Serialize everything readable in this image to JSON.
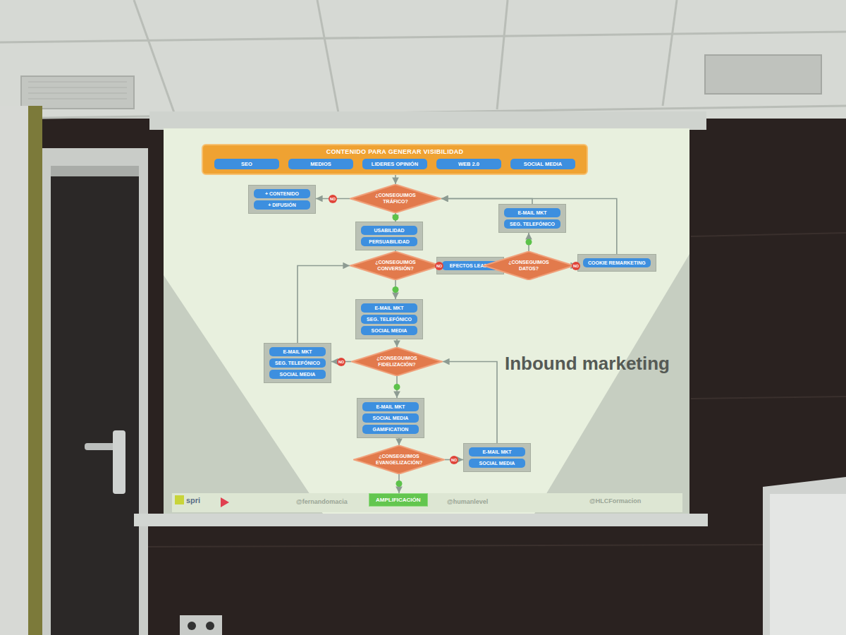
{
  "diagram": {
    "nodes": [
      {
        "text": [
          "CONTENIDO PARA GENERAR VISIBILIDAD"
        ]
      },
      {
        "text": [
          "SEO"
        ],
        "in": 0
      },
      {
        "text": [
          "MEDIOS"
        ],
        "in": 0
      },
      {
        "text": [
          "LIDERES OPINIÓN"
        ],
        "in": 0
      },
      {
        "text": [
          "WEB 2.0"
        ],
        "in": 0
      },
      {
        "text": [
          "SOCIAL MEDIA"
        ],
        "in": 0
      },
      {
        "text": [
          "¿CONSEGUIMOS TRÁFICO?"
        ]
      },
      {
        "text": []
      },
      {
        "text": [
          "+ CONTENIDO"
        ],
        "in": 7
      },
      {
        "text": [
          "+ DIFUSIÓN"
        ],
        "in": 7
      },
      {
        "text": []
      },
      {
        "text": [
          "E-MAIL MKT"
        ],
        "in": 10
      },
      {
        "text": [
          "SEG. TELEFÓNICO"
        ],
        "in": 10
      },
      {
        "text": []
      },
      {
        "text": [
          "USABILIDAD"
        ],
        "in": 13
      },
      {
        "text": [
          "PERSUABILIDAD"
        ],
        "in": 13
      },
      {
        "text": [
          "¿CONSEGUIMOS CONVERSIÓN?"
        ]
      },
      {
        "text": []
      },
      {
        "text": [
          "EFECTOS LEADS"
        ],
        "in": 17
      },
      {
        "text": [
          "¿CONSEGUIMOS DATOS?"
        ]
      },
      {
        "text": []
      },
      {
        "text": [
          "COOKIE REMARKETING"
        ],
        "in": 20
      },
      {
        "text": []
      },
      {
        "text": [
          "E-MAIL MKT"
        ],
        "in": 22
      },
      {
        "text": [
          "SEG. TELEFÓNICO"
        ],
        "in": 22
      },
      {
        "text": [
          "SOCIAL MEDIA"
        ],
        "in": 22
      },
      {
        "text": []
      },
      {
        "text": [
          "E-MAIL MKT"
        ],
        "in": 26
      },
      {
        "text": [
          "SEG. TELEFÓNICO"
        ],
        "in": 26
      },
      {
        "text": [
          "SOCIAL MEDIA"
        ],
        "in": 26
      },
      {
        "text": [
          "¿CONSEGUIMOS FIDELIZACIÓN?"
        ]
      },
      {
        "text": []
      },
      {
        "text": [
          "E-MAIL MKT"
        ],
        "in": 31
      },
      {
        "text": [
          "SOCIAL MEDIA"
        ],
        "in": 31
      },
      {
        "text": [
          "GAMIFICATION"
        ],
        "in": 31
      },
      {
        "text": [
          "¿CONSEGUIMOS EVANGELIZACIÓN?"
        ]
      },
      {
        "text": []
      },
      {
        "text": [
          "E-MAIL MKT"
        ],
        "in": 36
      },
      {
        "text": [
          "SOCIAL MEDIA"
        ],
        "in": 36
      },
      {
        "text": [
          "AMPLIFICACIÓN"
        ]
      }
    ],
    "edges": [
      {
        "from": 0,
        "to": 6,
        "arrow": "to"
      },
      {
        "from": 6,
        "to": 7,
        "label": "NO",
        "arrow": "to"
      },
      {
        "from": 6,
        "to": 13,
        "arrow": "to"
      },
      {
        "from": 13,
        "to": 16,
        "arrow": "to"
      },
      {
        "from": 16,
        "to": 17,
        "label": "NO",
        "arrow": "to"
      },
      {
        "from": 17,
        "to": 19,
        "arrow": "to"
      },
      {
        "from": 19,
        "to": 20,
        "label": "NO",
        "arrow": "to"
      },
      {
        "from": 19,
        "to": 10,
        "arrow": "to"
      },
      {
        "from": 10,
        "to": 6,
        "arrow": "to"
      },
      {
        "from": 20,
        "to": 6,
        "arrow": "to"
      },
      {
        "from": 16,
        "to": 22,
        "arrow": "to"
      },
      {
        "from": 22,
        "to": 30,
        "arrow": "to"
      },
      {
        "from": 30,
        "to": 26,
        "label": "NO",
        "arrow": "to"
      },
      {
        "from": 26,
        "to": 16,
        "arrow": "to"
      },
      {
        "from": 30,
        "to": 31,
        "arrow": "to"
      },
      {
        "from": 31,
        "to": 35,
        "arrow": "to"
      },
      {
        "from": 35,
        "to": 36,
        "label": "NO",
        "arrow": "to"
      },
      {
        "from": 36,
        "to": 30,
        "arrow": "to"
      },
      {
        "from": 35,
        "to": 39,
        "arrow": "to"
      }
    ],
    "labels": [
      "Inbound marketing",
      "spri",
      "@fernandomacia",
      "@humanlevel",
      "@HLCFormacion"
    ]
  }
}
